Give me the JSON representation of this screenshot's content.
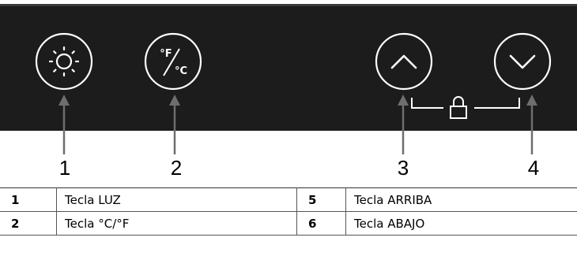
{
  "callouts": [
    "1",
    "2",
    "3",
    "4"
  ],
  "keys": {
    "light": {
      "icon": "sun-icon"
    },
    "temp_unit": {
      "icon": "fahrenheit-celsius-icon",
      "top": "°F",
      "bottom": "°C"
    },
    "up": {
      "icon": "chevron-up-icon"
    },
    "down": {
      "icon": "chevron-down-icon"
    },
    "lock": {
      "icon": "lock-icon"
    }
  },
  "legend": [
    {
      "num": "1",
      "label": "Tecla LUZ",
      "num2": "5",
      "label2": "Tecla ARRIBA"
    },
    {
      "num": "2",
      "label": "Tecla °C/°F",
      "num2": "6",
      "label2": "Tecla ABAJO"
    }
  ],
  "colors": {
    "panel": "#1c1c1c",
    "icon": "#ffffff",
    "leader": "#6e6e6e"
  }
}
